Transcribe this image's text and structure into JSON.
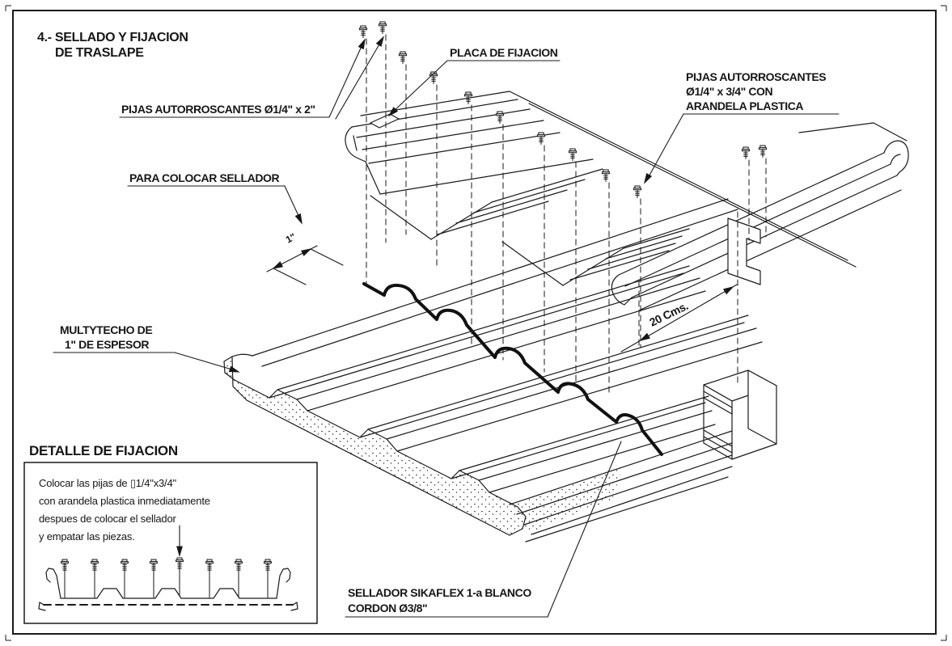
{
  "sheet": {
    "type": "technical-drawing",
    "language": "es",
    "colors": {
      "line": "#1a1a1a",
      "background": "#ffffff",
      "sealant": "#111111"
    }
  },
  "title": {
    "line1": "4.- SELLADO Y FIJACION",
    "line2": "DE TRASLAPE"
  },
  "labels": {
    "pijas2": "PIJAS AUTORROSCANTES Ø1/4\" x 2\"",
    "placa": "PLACA DE FIJACION",
    "pijas34_1": "PIJAS AUTORROSCANTES",
    "pijas34_2": "Ø1/4\" x 3/4\" CON",
    "pijas34_3": "ARANDELA PLASTICA",
    "sellador_colocar": "PARA COLOCAR SELLADOR",
    "multytecho_1": "MULTYTECHO DE",
    "multytecho_2": "1\" DE ESPESOR",
    "sikaflex_1": "SELLADOR SIKAFLEX 1-a BLANCO",
    "sikaflex_2": "CORDON Ø3/8\""
  },
  "dimensions": {
    "overlap_gap": "1\"",
    "purlin_offset": "20 Cms."
  },
  "detail_box": {
    "heading": "DETALLE DE FIJACION",
    "note_line1": "Colocar las pijas de ▯1/4\"x3/4\"",
    "note_line2": "con arandela plastica inmediatamente",
    "note_line3": "despues de colocar el sellador",
    "note_line4": "y empatar las piezas."
  },
  "icons": {
    "screw": "self-tapping-screw-icon",
    "arrow": "leader-arrowhead-icon"
  }
}
